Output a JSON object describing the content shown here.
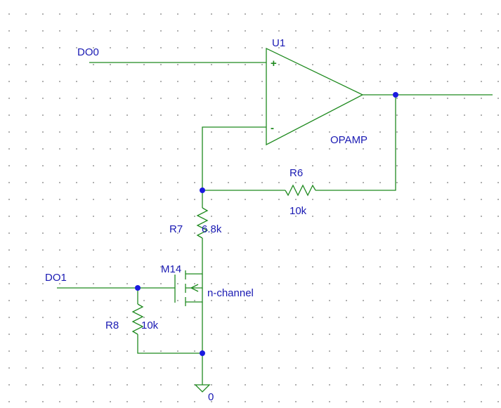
{
  "colors": {
    "wire": "#1f8a1f",
    "label": "#1a1ab3",
    "junction": "#1a1adf",
    "background": "#ffffff",
    "grid": "#9a9a9a"
  },
  "opamp": {
    "refdes": "U1",
    "model": "OPAMP",
    "plus_sign": "+",
    "minus_sign": "-"
  },
  "nets": {
    "do0": "DO0",
    "do1": "DO1",
    "ground": "0"
  },
  "r6": {
    "refdes": "R6",
    "value": "10k"
  },
  "r7": {
    "refdes": "R7",
    "value": "6.8k"
  },
  "r8": {
    "refdes": "R8",
    "value": "10k"
  },
  "m14": {
    "refdes": "M14",
    "type": "n-channel"
  }
}
